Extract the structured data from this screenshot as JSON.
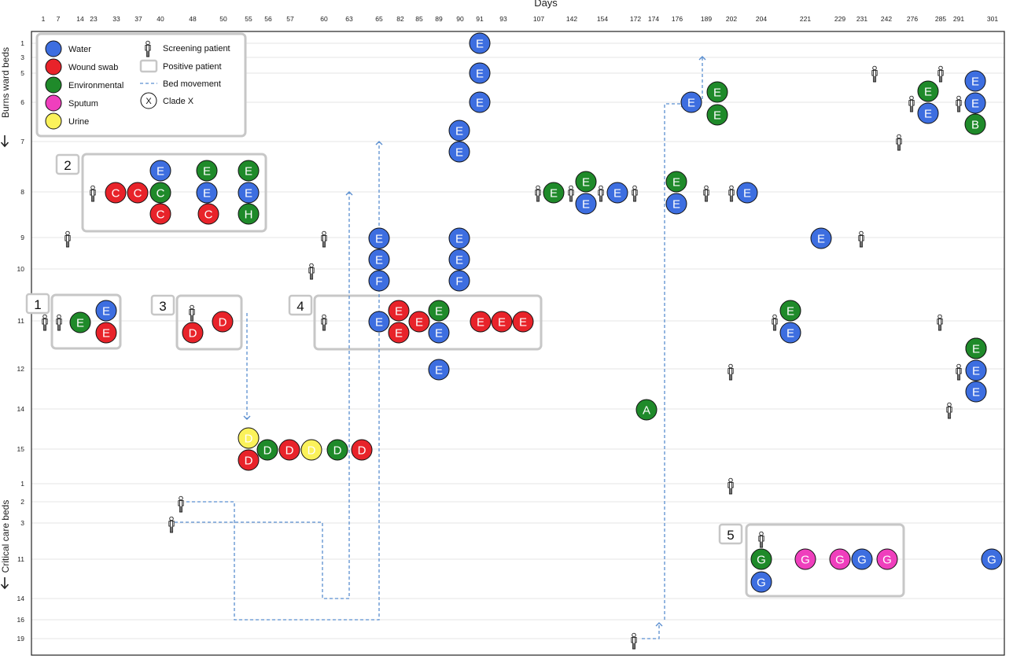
{
  "x_axis_title": "Days",
  "day_ticks": [
    1,
    7,
    14,
    23,
    33,
    37,
    40,
    48,
    50,
    55,
    56,
    57,
    60,
    63,
    65,
    82,
    85,
    89,
    90,
    91,
    93,
    107,
    142,
    154,
    172,
    174,
    176,
    189,
    202,
    204,
    221,
    229,
    231,
    242,
    276,
    285,
    291,
    301
  ],
  "bed_ticks": [
    "1",
    "3",
    "5",
    "6",
    "7",
    "8",
    "9",
    "10",
    "11",
    "12",
    "14",
    "15",
    "1",
    "2",
    "3",
    "11",
    "14",
    "16",
    "19"
  ],
  "y_section_labels": {
    "burns": "Burns ward beds",
    "critical": "Critical care beds"
  },
  "legend": {
    "sample_types": [
      {
        "key": "water",
        "label": "Water",
        "color": "#3d6ee0"
      },
      {
        "key": "wound",
        "label": "Wound swab",
        "color": "#e8232a"
      },
      {
        "key": "env",
        "label": "Environmental",
        "color": "#1f8a2a"
      },
      {
        "key": "sputum",
        "label": "Sputum",
        "color": "#ef3fbd"
      },
      {
        "key": "urine",
        "label": "Urine",
        "color": "#fbf25b"
      }
    ],
    "symbols": [
      {
        "key": "screening",
        "label": "Screening patient"
      },
      {
        "key": "positive",
        "label": "Positive patient"
      },
      {
        "key": "bed_movement",
        "label": "Bed movement"
      },
      {
        "key": "clade",
        "label": "Clade X",
        "glyph": "X"
      }
    ]
  },
  "cluster_labels": [
    "1",
    "2",
    "3",
    "4",
    "5"
  ],
  "samples": [
    {
      "t": "water",
      "c": "E"
    },
    {
      "t": "water",
      "c": "E"
    },
    {
      "t": "water",
      "c": "E"
    },
    {
      "t": "water",
      "c": "E"
    },
    {
      "t": "water",
      "c": "E"
    },
    {
      "t": "water",
      "c": "E"
    },
    {
      "t": "env",
      "c": "E"
    },
    {
      "t": "env",
      "c": "E"
    },
    {
      "t": "water",
      "c": "E"
    },
    {
      "t": "water",
      "c": "E"
    },
    {
      "t": "env",
      "c": "E"
    },
    {
      "t": "water",
      "c": "E"
    },
    {
      "t": "env",
      "c": "B"
    },
    {
      "t": "wound",
      "c": "C"
    },
    {
      "t": "wound",
      "c": "C"
    },
    {
      "t": "env",
      "c": "C"
    },
    {
      "t": "water",
      "c": "E"
    },
    {
      "t": "wound",
      "c": "C"
    },
    {
      "t": "env",
      "c": "E"
    },
    {
      "t": "water",
      "c": "E"
    },
    {
      "t": "wound",
      "c": "C"
    },
    {
      "t": "env",
      "c": "E"
    },
    {
      "t": "water",
      "c": "E"
    },
    {
      "t": "env",
      "c": "H"
    },
    {
      "t": "env",
      "c": "E"
    },
    {
      "t": "env",
      "c": "E"
    },
    {
      "t": "water",
      "c": "E"
    },
    {
      "t": "water",
      "c": "E"
    },
    {
      "t": "env",
      "c": "E"
    },
    {
      "t": "water",
      "c": "E"
    },
    {
      "t": "water",
      "c": "E"
    },
    {
      "t": "water",
      "c": "E"
    },
    {
      "t": "water",
      "c": "E"
    },
    {
      "t": "water",
      "c": "E"
    },
    {
      "t": "water",
      "c": "F"
    },
    {
      "t": "water",
      "c": "E"
    },
    {
      "t": "water",
      "c": "E"
    },
    {
      "t": "water",
      "c": "F"
    },
    {
      "t": "water",
      "c": "E"
    },
    {
      "t": "wound",
      "c": "E"
    },
    {
      "t": "env",
      "c": "E"
    },
    {
      "t": "water",
      "c": "E"
    },
    {
      "t": "wound",
      "c": "D"
    },
    {
      "t": "wound",
      "c": "D"
    },
    {
      "t": "water",
      "c": "E"
    },
    {
      "t": "wound",
      "c": "E"
    },
    {
      "t": "wound",
      "c": "E"
    },
    {
      "t": "wound",
      "c": "E"
    },
    {
      "t": "env",
      "c": "E"
    },
    {
      "t": "water",
      "c": "E"
    },
    {
      "t": "wound",
      "c": "E"
    },
    {
      "t": "wound",
      "c": "E"
    },
    {
      "t": "wound",
      "c": "E"
    },
    {
      "t": "env",
      "c": "E"
    },
    {
      "t": "water",
      "c": "E"
    },
    {
      "t": "env",
      "c": "E"
    },
    {
      "t": "water",
      "c": "E"
    },
    {
      "t": "water",
      "c": "E"
    },
    {
      "t": "env",
      "c": "A"
    },
    {
      "t": "env",
      "c": "E"
    },
    {
      "t": "urine",
      "c": "D"
    },
    {
      "t": "wound",
      "c": "D"
    },
    {
      "t": "env",
      "c": "D"
    },
    {
      "t": "wound",
      "c": "D"
    },
    {
      "t": "urine",
      "c": "D"
    },
    {
      "t": "env",
      "c": "D"
    },
    {
      "t": "wound",
      "c": "D"
    },
    {
      "t": "env",
      "c": "G"
    },
    {
      "t": "water",
      "c": "G"
    },
    {
      "t": "sputum",
      "c": "G"
    },
    {
      "t": "sputum",
      "c": "G"
    },
    {
      "t": "water",
      "c": "G"
    },
    {
      "t": "sputum",
      "c": "G"
    },
    {
      "t": "water",
      "c": "G"
    }
  ]
}
